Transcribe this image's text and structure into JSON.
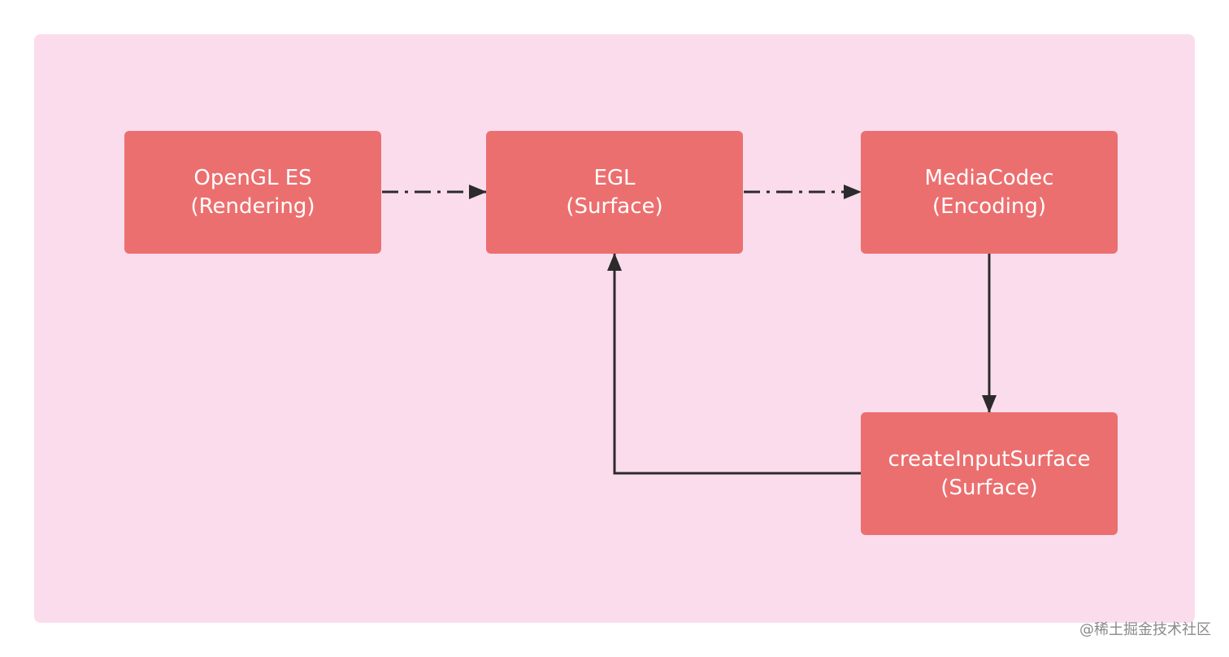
{
  "diagram": {
    "background_color": "#fbdcec",
    "node_color": "#ec6f6f",
    "text_color": "#ffffff",
    "edge_color": "#2b2b2b",
    "nodes": [
      {
        "id": "opengl",
        "line1": "OpenGL ES",
        "line2": "(Rendering)"
      },
      {
        "id": "egl",
        "line1": "EGL",
        "line2": "(Surface)"
      },
      {
        "id": "mediacodec",
        "line1": "MediaCodec",
        "line2": "(Encoding)"
      },
      {
        "id": "createinput",
        "line1": "createInputSurface",
        "line2": "(Surface)"
      }
    ],
    "edges": [
      {
        "from": "opengl",
        "to": "egl",
        "style": "dash-dot"
      },
      {
        "from": "egl",
        "to": "mediacodec",
        "style": "dash-dot"
      },
      {
        "from": "mediacodec",
        "to": "createinput",
        "style": "solid"
      },
      {
        "from": "createinput",
        "to": "egl",
        "style": "solid"
      }
    ]
  },
  "watermark": "@稀土掘金技术社区"
}
